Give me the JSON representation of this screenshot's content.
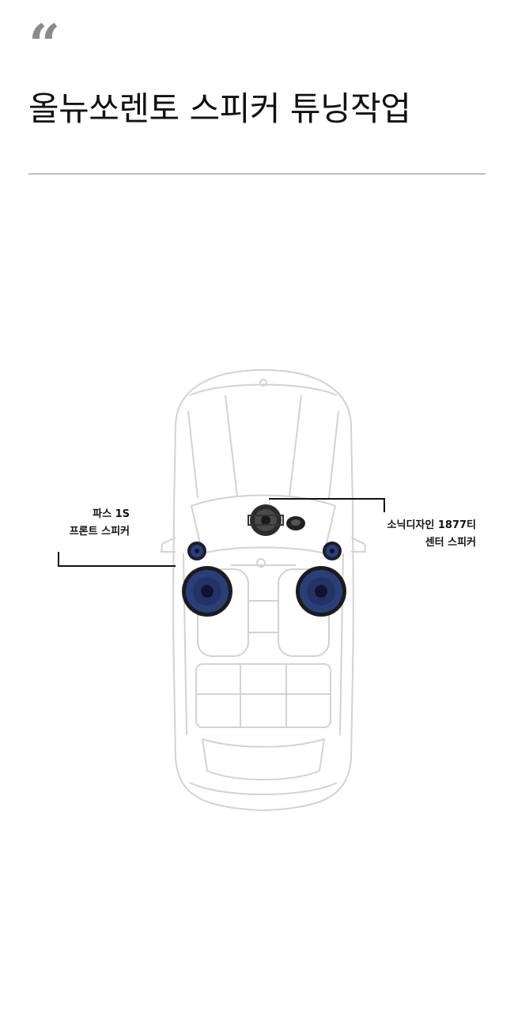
{
  "quote_mark": "“",
  "title": "올뉴쏘렌토 스피커 튜닝작업",
  "callouts": {
    "left": {
      "line1": "파스 1S",
      "line2": "프론트 스피커"
    },
    "right": {
      "line1": "소닉디자인 1877티",
      "line2": "센터 스피커"
    }
  },
  "colors": {
    "car_outline": "#d2d2d2",
    "speaker_blue": "#2a3f7a",
    "speaker_dark": "#1c1c1c"
  }
}
